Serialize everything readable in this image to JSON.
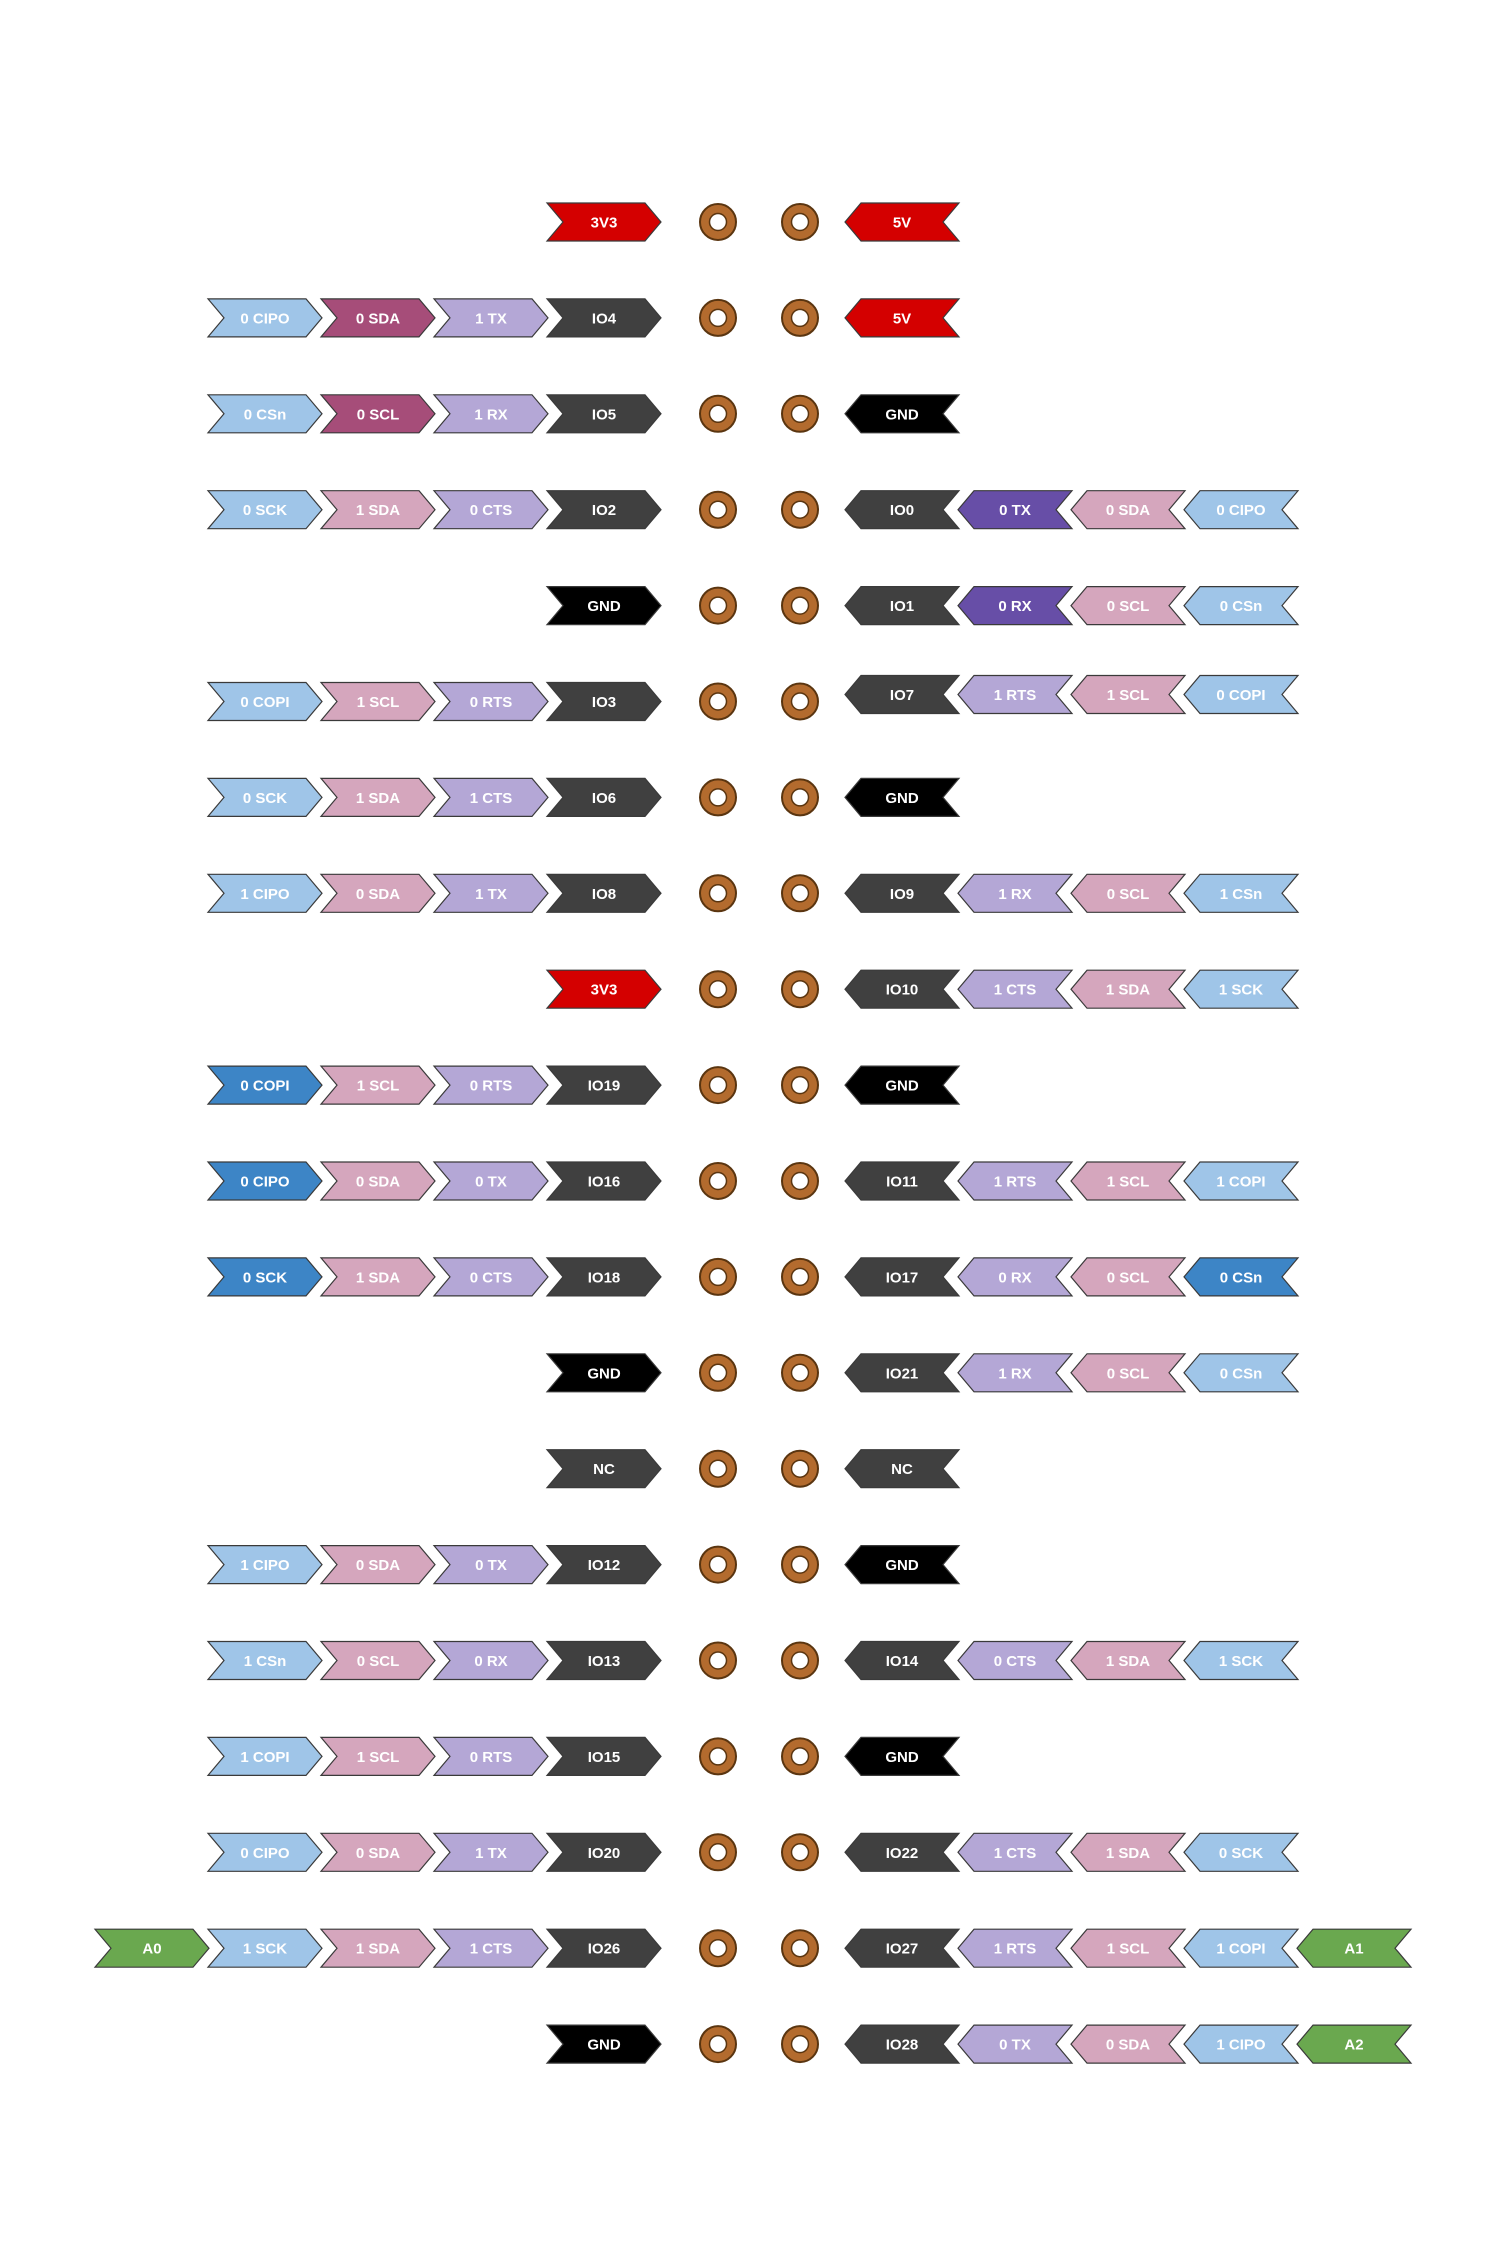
{
  "colors": {
    "power": "#d40000",
    "gnd": "#000000",
    "pin": "#404040",
    "uart_light": "#b4a7d6",
    "uart_dark": "#674ea7",
    "i2c_light": "#d5a6bd",
    "i2c_dark": "#a64d79",
    "spi_light": "#9fc5e8",
    "spi_dark": "#3d85c6",
    "adc": "#6aa84f",
    "pad_ring": "#c07a3a"
  },
  "rows": [
    {
      "left": [
        {
          "t": "3V3",
          "c": "power"
        }
      ],
      "right": [
        {
          "t": "5V",
          "c": "power"
        }
      ]
    },
    {
      "left": [
        {
          "t": "0 CIPO",
          "c": "spi_light"
        },
        {
          "t": "0 SDA",
          "c": "i2c_dark"
        },
        {
          "t": "1 TX",
          "c": "uart_light"
        },
        {
          "t": "IO4",
          "c": "pin"
        }
      ],
      "right": [
        {
          "t": "5V",
          "c": "power"
        }
      ]
    },
    {
      "left": [
        {
          "t": "0 CSn",
          "c": "spi_light"
        },
        {
          "t": "0 SCL",
          "c": "i2c_dark"
        },
        {
          "t": "1 RX",
          "c": "uart_light"
        },
        {
          "t": "IO5",
          "c": "pin"
        }
      ],
      "right": [
        {
          "t": "GND",
          "c": "gnd"
        }
      ]
    },
    {
      "left": [
        {
          "t": "0 SCK",
          "c": "spi_light"
        },
        {
          "t": "1 SDA",
          "c": "i2c_light"
        },
        {
          "t": "0 CTS",
          "c": "uart_light"
        },
        {
          "t": "IO2",
          "c": "pin"
        }
      ],
      "right": [
        {
          "t": "IO0",
          "c": "pin"
        },
        {
          "t": "0 TX",
          "c": "uart_dark"
        },
        {
          "t": "0 SDA",
          "c": "i2c_light"
        },
        {
          "t": "0 CIPO",
          "c": "spi_light"
        }
      ]
    },
    {
      "left": [
        {
          "t": "GND",
          "c": "gnd"
        }
      ],
      "right": [
        {
          "t": "IO1",
          "c": "pin"
        },
        {
          "t": "0 RX",
          "c": "uart_dark"
        },
        {
          "t": "0 SCL",
          "c": "i2c_light"
        },
        {
          "t": "0 CSn",
          "c": "spi_light"
        }
      ]
    },
    {
      "left": [
        {
          "t": "0 COPI",
          "c": "spi_light"
        },
        {
          "t": "1 SCL",
          "c": "i2c_light"
        },
        {
          "t": "0 RTS",
          "c": "uart_light"
        },
        {
          "t": "IO3",
          "c": "pin"
        }
      ],
      "right": [
        {
          "t": "IO7",
          "c": "pin"
        },
        {
          "t": "1 RTS",
          "c": "uart_light"
        },
        {
          "t": "1 SCL",
          "c": "i2c_light"
        },
        {
          "t": "0 COPI",
          "c": "spi_light"
        }
      ]
    },
    {
      "left": [
        {
          "t": "0 SCK",
          "c": "spi_light"
        },
        {
          "t": "1 SDA",
          "c": "i2c_light"
        },
        {
          "t": "1 CTS",
          "c": "uart_light"
        },
        {
          "t": "IO6",
          "c": "pin"
        }
      ],
      "right": [
        {
          "t": "GND",
          "c": "gnd"
        }
      ]
    },
    {
      "left": [
        {
          "t": "1 CIPO",
          "c": "spi_light"
        },
        {
          "t": "0 SDA",
          "c": "i2c_light"
        },
        {
          "t": "1 TX",
          "c": "uart_light"
        },
        {
          "t": "IO8",
          "c": "pin"
        }
      ],
      "right": [
        {
          "t": "IO9",
          "c": "pin"
        },
        {
          "t": "1 RX",
          "c": "uart_light"
        },
        {
          "t": "0 SCL",
          "c": "i2c_light"
        },
        {
          "t": "1 CSn",
          "c": "spi_light"
        }
      ]
    },
    {
      "left": [
        {
          "t": "3V3",
          "c": "power"
        }
      ],
      "right": [
        {
          "t": "IO10",
          "c": "pin"
        },
        {
          "t": "1 CTS",
          "c": "uart_light"
        },
        {
          "t": "1 SDA",
          "c": "i2c_light"
        },
        {
          "t": "1 SCK",
          "c": "spi_light"
        }
      ]
    },
    {
      "left": [
        {
          "t": "0 COPI",
          "c": "spi_dark"
        },
        {
          "t": "1 SCL",
          "c": "i2c_light"
        },
        {
          "t": "0 RTS",
          "c": "uart_light"
        },
        {
          "t": "IO19",
          "c": "pin"
        }
      ],
      "right": [
        {
          "t": "GND",
          "c": "gnd"
        }
      ]
    },
    {
      "left": [
        {
          "t": "0 CIPO",
          "c": "spi_dark"
        },
        {
          "t": "0 SDA",
          "c": "i2c_light"
        },
        {
          "t": "0 TX",
          "c": "uart_light"
        },
        {
          "t": "IO16",
          "c": "pin"
        }
      ],
      "right": [
        {
          "t": "IO11",
          "c": "pin"
        },
        {
          "t": "1 RTS",
          "c": "uart_light"
        },
        {
          "t": "1 SCL",
          "c": "i2c_light"
        },
        {
          "t": "1 COPI",
          "c": "spi_light"
        }
      ]
    },
    {
      "left": [
        {
          "t": "0 SCK",
          "c": "spi_dark"
        },
        {
          "t": "1 SDA",
          "c": "i2c_light"
        },
        {
          "t": "0 CTS",
          "c": "uart_light"
        },
        {
          "t": "IO18",
          "c": "pin"
        }
      ],
      "right": [
        {
          "t": "IO17",
          "c": "pin"
        },
        {
          "t": "0 RX",
          "c": "uart_light"
        },
        {
          "t": "0 SCL",
          "c": "i2c_light"
        },
        {
          "t": "0 CSn",
          "c": "spi_dark"
        }
      ]
    },
    {
      "left": [
        {
          "t": "GND",
          "c": "gnd"
        }
      ],
      "right": [
        {
          "t": "IO21",
          "c": "pin"
        },
        {
          "t": "1 RX",
          "c": "uart_light"
        },
        {
          "t": "0 SCL",
          "c": "i2c_light"
        },
        {
          "t": "0 CSn",
          "c": "spi_light"
        }
      ]
    },
    {
      "left": [
        {
          "t": "NC",
          "c": "pin"
        }
      ],
      "right": [
        {
          "t": "NC",
          "c": "pin"
        }
      ]
    },
    {
      "left": [
        {
          "t": "1 CIPO",
          "c": "spi_light"
        },
        {
          "t": "0 SDA",
          "c": "i2c_light"
        },
        {
          "t": "0 TX",
          "c": "uart_light"
        },
        {
          "t": "IO12",
          "c": "pin"
        }
      ],
      "right": [
        {
          "t": "GND",
          "c": "gnd"
        }
      ]
    },
    {
      "left": [
        {
          "t": "1 CSn",
          "c": "spi_light"
        },
        {
          "t": "0 SCL",
          "c": "i2c_light"
        },
        {
          "t": "0 RX",
          "c": "uart_light"
        },
        {
          "t": "IO13",
          "c": "pin"
        }
      ],
      "right": [
        {
          "t": "IO14",
          "c": "pin"
        },
        {
          "t": "0 CTS",
          "c": "uart_light"
        },
        {
          "t": "1 SDA",
          "c": "i2c_light"
        },
        {
          "t": "1 SCK",
          "c": "spi_light"
        }
      ]
    },
    {
      "left": [
        {
          "t": "1 COPI",
          "c": "spi_light"
        },
        {
          "t": "1 SCL",
          "c": "i2c_light"
        },
        {
          "t": "0 RTS",
          "c": "uart_light"
        },
        {
          "t": "IO15",
          "c": "pin"
        }
      ],
      "right": [
        {
          "t": "GND",
          "c": "gnd"
        }
      ]
    },
    {
      "left": [
        {
          "t": "0 CIPO",
          "c": "spi_light"
        },
        {
          "t": "0 SDA",
          "c": "i2c_light"
        },
        {
          "t": "1 TX",
          "c": "uart_light"
        },
        {
          "t": "IO20",
          "c": "pin"
        }
      ],
      "right": [
        {
          "t": "IO22",
          "c": "pin"
        },
        {
          "t": "1 CTS",
          "c": "uart_light"
        },
        {
          "t": "1 SDA",
          "c": "i2c_light"
        },
        {
          "t": "0 SCK",
          "c": "spi_light"
        }
      ]
    },
    {
      "left": [
        {
          "t": "A0",
          "c": "adc"
        },
        {
          "t": "1 SCK",
          "c": "spi_light"
        },
        {
          "t": "1 SDA",
          "c": "i2c_light"
        },
        {
          "t": "1 CTS",
          "c": "uart_light"
        },
        {
          "t": "IO26",
          "c": "pin"
        }
      ],
      "right": [
        {
          "t": "IO27",
          "c": "pin"
        },
        {
          "t": "1 RTS",
          "c": "uart_light"
        },
        {
          "t": "1 SCL",
          "c": "i2c_light"
        },
        {
          "t": "1 COPI",
          "c": "spi_light"
        },
        {
          "t": "A1",
          "c": "adc"
        }
      ]
    },
    {
      "left": [
        {
          "t": "GND",
          "c": "gnd"
        }
      ],
      "right": [
        {
          "t": "IO28",
          "c": "pin"
        },
        {
          "t": "0 TX",
          "c": "uart_light"
        },
        {
          "t": "0 SDA",
          "c": "i2c_light"
        },
        {
          "t": "1 CIPO",
          "c": "spi_light"
        },
        {
          "t": "A2",
          "c": "adc"
        }
      ]
    }
  ]
}
